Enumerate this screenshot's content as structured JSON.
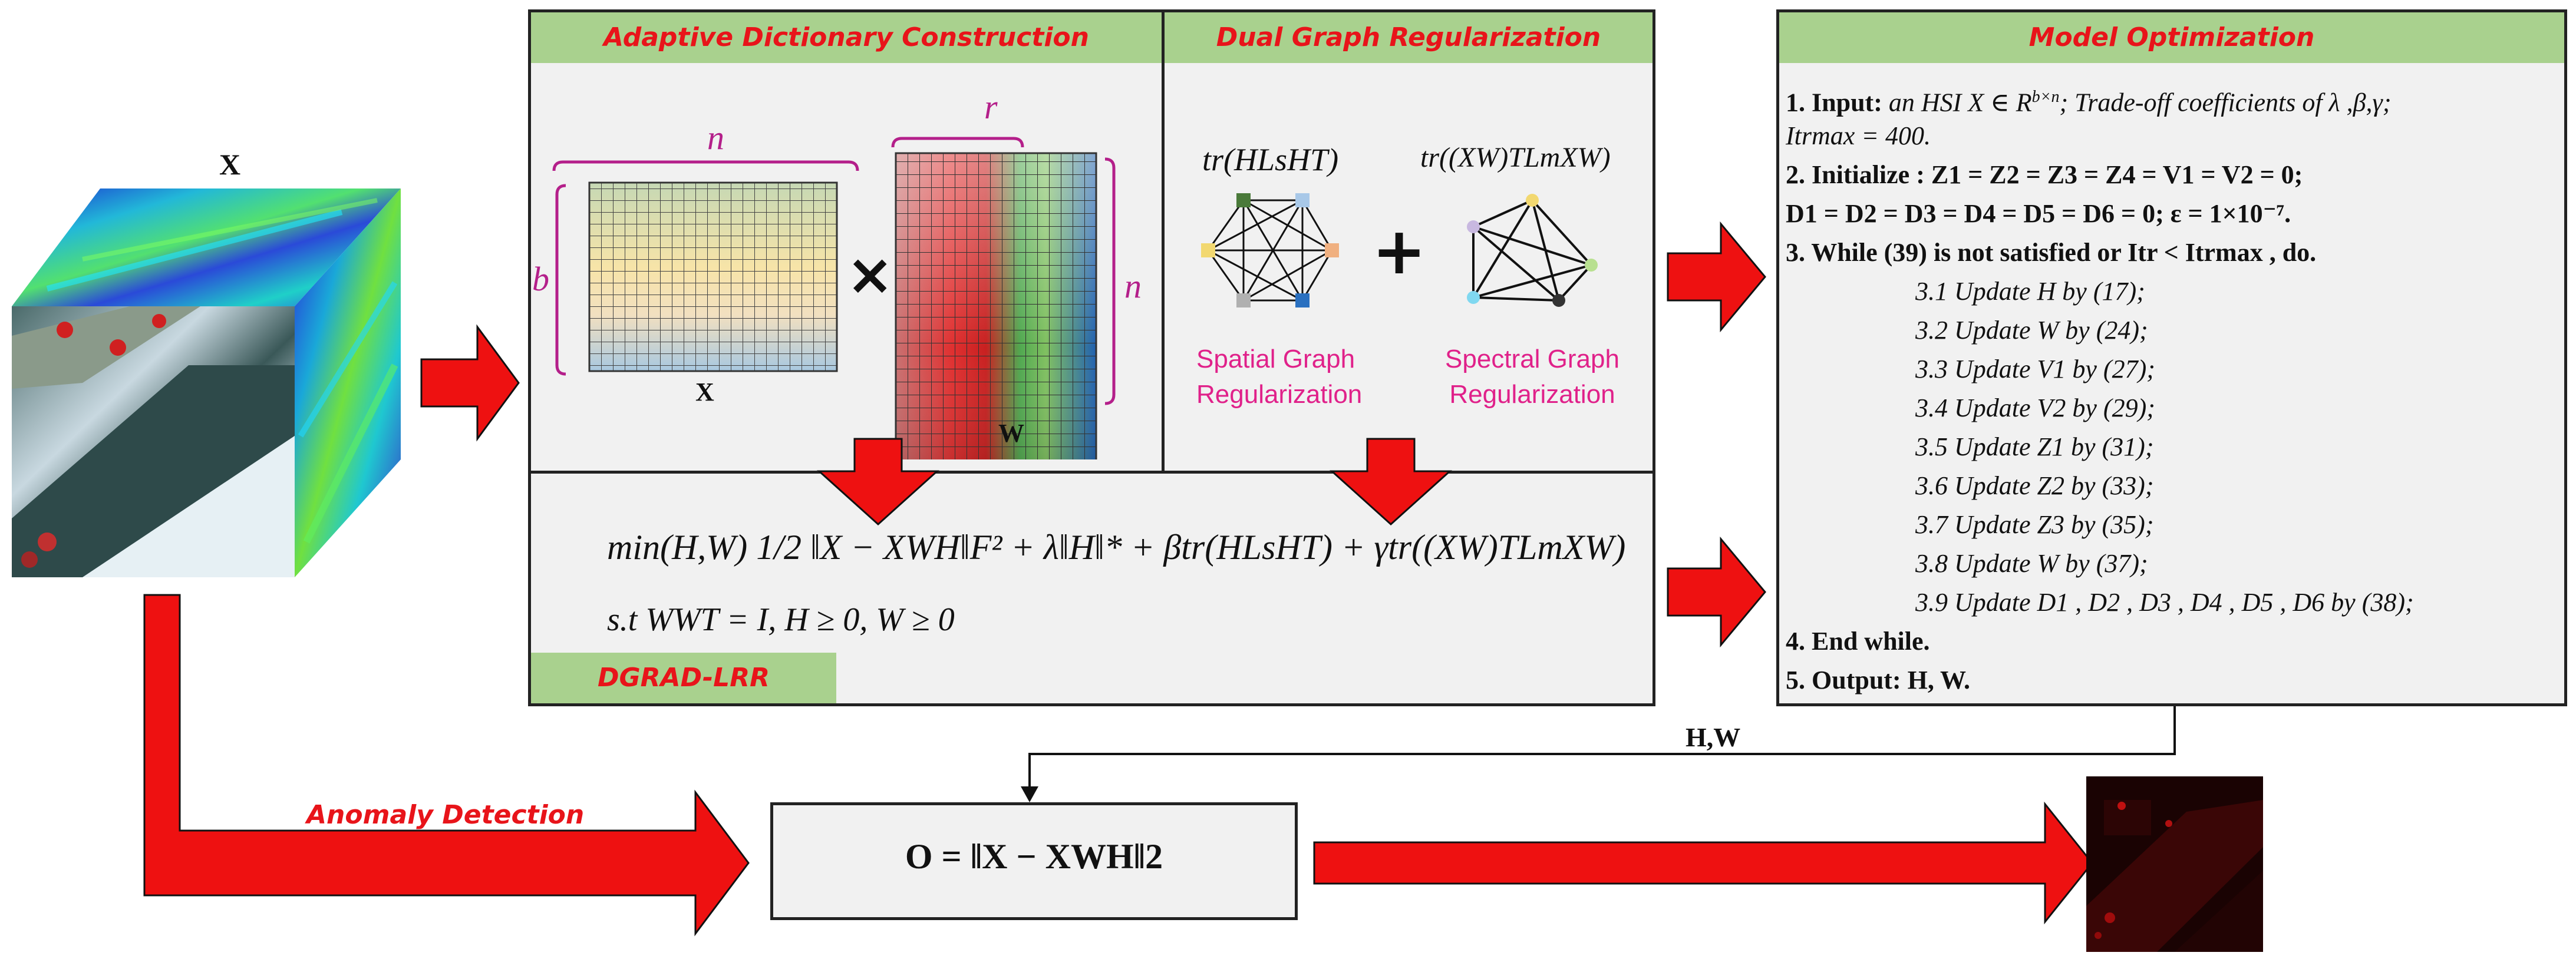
{
  "cube": {
    "label": "X"
  },
  "panel_adc": {
    "header": "Adaptive Dictionary Construction",
    "label_n_top": "n",
    "label_r": "r",
    "label_b": "b",
    "label_n_right": "n",
    "times_symbol": "×",
    "matrix_x_label": "X",
    "matrix_w_label": "W"
  },
  "panel_dgr": {
    "header": "Dual Graph Regularization",
    "term_spatial": "tr(HLsHT)",
    "term_spectral": "tr((XW)TLmXW)",
    "plus_symbol": "+",
    "spatial_caption_1": "Spatial Graph",
    "spatial_caption_2": "Regularization",
    "spectral_caption_1": "Spectral Graph",
    "spectral_caption_2": "Regularization"
  },
  "panel_model": {
    "objective": "min(H,W) 1/2 ‖X − XWH‖F² + λ‖H‖* + βtr(HLsHT) + γtr((XW)TLmXW)",
    "constraint": "s.t WWT = I, H ≥ 0, W ≥ 0",
    "badge": "DGRAD-LRR"
  },
  "panel_opt": {
    "header": "Model Optimization",
    "step1_a": "1. Input:",
    "step1_b": "an HSI X ∈ R",
    "step1_sup": "b×n",
    "step1_c": "; Trade-off coefficients of λ ,β,γ;",
    "step1_d": "Itrmax = 400.",
    "step2_a": "2. Initialize :",
    "step2_b": "Z1 = Z2 = Z3 = Z4 = V1 = V2 = 0;",
    "step2_c": "D1 = D2 = D3 = D4 = D5 = D6 = 0; ε = 1×10⁻⁷.",
    "step3": "3. While (39) is not satisfied or Itr < Itrmax , do.",
    "substeps": [
      "3.1 Update H by (17);",
      "3.2 Update W by (24);",
      "3.3 Update V1 by (27);",
      "3.4 Update V2 by (29);",
      "3.5 Update Z1 by (31);",
      "3.6 Update Z2 by (33);",
      "3.7 Update Z3 by (35);",
      "3.8 Update W by (37);",
      "3.9 Update D1 , D2 , D3 , D4 , D5 , D6 by (38);"
    ],
    "step4": "4. End while.",
    "step5": "5. Output: H, W."
  },
  "flow": {
    "hw_label": "H,W",
    "anomaly_label": "Anomaly Detection",
    "output_formula": "O = ‖X − XWH‖2"
  }
}
